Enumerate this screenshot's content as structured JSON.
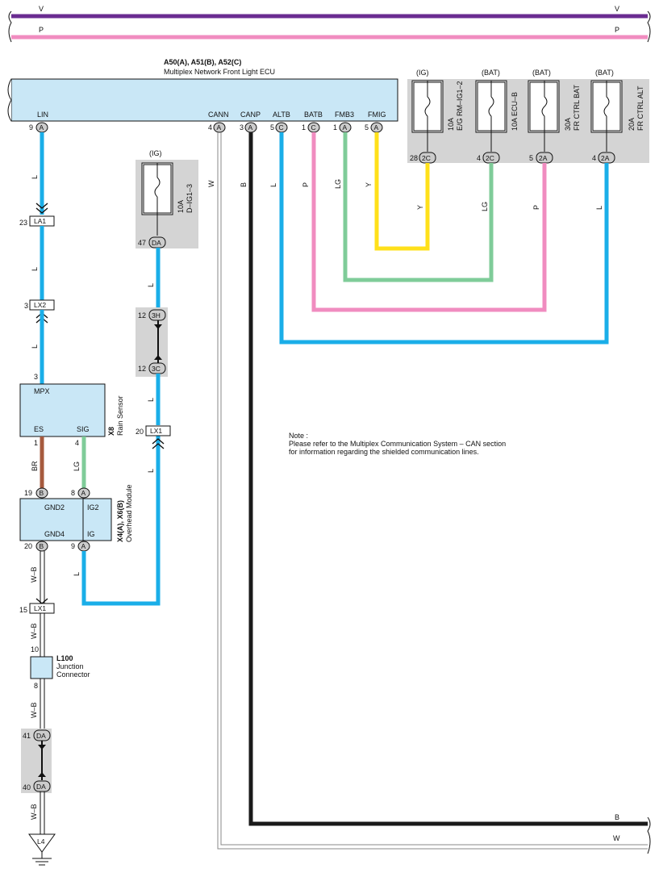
{
  "buses": {
    "top1": "V",
    "top2": "P",
    "bottom1": "B",
    "bottom2": "W"
  },
  "ecu": {
    "code": "A50(A), A51(B), A52(C)",
    "name": "Multiplex Network Front Light ECU",
    "terminals": {
      "lin": "LIN",
      "cann": "CANN",
      "canp": "CANP",
      "altb": "ALTB",
      "batb": "BATB",
      "fmb3": "FMB3",
      "fmig": "FMIG"
    },
    "pins": {
      "lin": "9",
      "cann": "4",
      "canp": "3",
      "altb": "5",
      "batb": "1",
      "fmb3": "1",
      "fmig": "5"
    },
    "connectors": {
      "lin": "A",
      "cann": "A",
      "canp": "A",
      "altb": "C",
      "batb": "C",
      "fmb3": "A",
      "fmig": "A"
    }
  },
  "fuses": {
    "eg_rm": {
      "supply": "(IG)",
      "rating": "10A",
      "name": "E/G RM–IG1–2",
      "pin": "28",
      "conn": "2C"
    },
    "ecu_b": {
      "supply": "(BAT)",
      "rating": "10A ECU–B",
      "pin": "4",
      "conn": "2C"
    },
    "fr_bat": {
      "supply": "(BAT)",
      "rating": "30A",
      "name": "FR CTRL BAT",
      "pin": "5",
      "conn": "2A"
    },
    "fr_alt": {
      "supply": "(BAT)",
      "rating": "20A",
      "name": "FR CTRL ALT",
      "pin": "4",
      "conn": "2A"
    },
    "d_ig": {
      "supply": "(IG)",
      "rating": "10A",
      "name": "D–IG1–3",
      "pin": "47",
      "conn": "DA"
    }
  },
  "wire_colors": {
    "L": "#1aaee8",
    "W": "#ffffff",
    "B": "#1a1a1a",
    "P": "#f08cc0",
    "LG": "#7fcc99",
    "Y": "#ffe01a",
    "BR": "#a65a3e",
    "WB": "#ffffff",
    "V": "#6a2c91",
    "PB": "#f08cc0"
  },
  "wire_labels": {
    "l": "L",
    "w": "W",
    "b": "B",
    "p": "P",
    "lg": "LG",
    "y": "Y",
    "br": "BR",
    "wb": "W–B"
  },
  "connectors": {
    "la1": {
      "pin": "23",
      "name": "LA1"
    },
    "lx2": {
      "pin": "3",
      "name": "LX2"
    },
    "lx1_top": {
      "pin": "20",
      "name": "LX1"
    },
    "lx1_bot": {
      "pin": "15",
      "name": "LX1"
    },
    "j3h": {
      "pin": "12",
      "name": "3H"
    },
    "j3c": {
      "pin": "12",
      "name": "3C"
    },
    "da41": {
      "pin": "41",
      "name": "DA"
    },
    "da40": {
      "pin": "40",
      "name": "DA"
    }
  },
  "rain_sensor": {
    "code": "X8",
    "name": "Rain Sensor",
    "mpx": "MPX",
    "es": "ES",
    "sig": "SIG",
    "pin_mpx": "3",
    "pin_es": "1",
    "pin_sig": "4"
  },
  "overhead": {
    "code": "X4(A), X6(B)",
    "name": "Overhead Module",
    "gnd2": "GND2",
    "gnd4": "GND4",
    "ig2": "IG2",
    "ig": "IG",
    "pin_gnd2": "19",
    "pin_ig2": "8",
    "pin_gnd4": "20",
    "pin_ig": "9",
    "conn_gnd2": "B",
    "conn_ig2": "A",
    "conn_gnd4": "B",
    "conn_ig": "A"
  },
  "junction": {
    "code": "L100",
    "line1": "Junction",
    "line2": "Connector",
    "pin_top": "10",
    "pin_bot": "8"
  },
  "ground": {
    "name": "L4"
  },
  "note": {
    "line1": "Note :",
    "line2": "Please refer to the Multiplex Communication System – CAN section",
    "line3": "for information regarding the shielded communication lines."
  }
}
